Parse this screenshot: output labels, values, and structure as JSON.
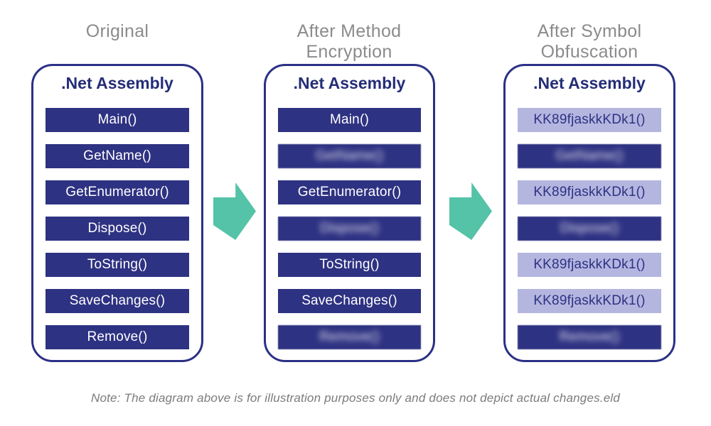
{
  "headers": {
    "col1": "Original",
    "col2": "After Method Encryption",
    "col3": "After Symbol Obfuscation"
  },
  "panels": [
    {
      "title": ".Net Assembly",
      "methods": [
        {
          "label": "Main()",
          "style": "dark",
          "blurred": false
        },
        {
          "label": "GetName()",
          "style": "dark",
          "blurred": false
        },
        {
          "label": "GetEnumerator()",
          "style": "dark",
          "blurred": false
        },
        {
          "label": "Dispose()",
          "style": "dark",
          "blurred": false
        },
        {
          "label": "ToString()",
          "style": "dark",
          "blurred": false
        },
        {
          "label": "SaveChanges()",
          "style": "dark",
          "blurred": false
        },
        {
          "label": "Remove()",
          "style": "dark",
          "blurred": false
        }
      ]
    },
    {
      "title": ".Net Assembly",
      "methods": [
        {
          "label": "Main()",
          "style": "dark",
          "blurred": false
        },
        {
          "label": "GetName()",
          "style": "dark",
          "blurred": true
        },
        {
          "label": "GetEnumerator()",
          "style": "dark",
          "blurred": false
        },
        {
          "label": "Dispose()",
          "style": "dark",
          "blurred": true
        },
        {
          "label": "ToString()",
          "style": "dark",
          "blurred": false
        },
        {
          "label": "SaveChanges()",
          "style": "dark",
          "blurred": false
        },
        {
          "label": "Remove()",
          "style": "dark",
          "blurred": true
        }
      ]
    },
    {
      "title": ".Net Assembly",
      "methods": [
        {
          "label": "KK89fjaskkKDk1()",
          "style": "light",
          "blurred": false
        },
        {
          "label": "GetName()",
          "style": "dark",
          "blurred": true
        },
        {
          "label": "KK89fjaskkKDk1()",
          "style": "light",
          "blurred": false
        },
        {
          "label": "Dispose()",
          "style": "dark",
          "blurred": true
        },
        {
          "label": "KK89fjaskkKDk1()",
          "style": "light",
          "blurred": false
        },
        {
          "label": "KK89fjaskkKDk1()",
          "style": "light",
          "blurred": false
        },
        {
          "label": "Remove()",
          "style": "dark",
          "blurred": true
        }
      ]
    }
  ],
  "icons": {
    "arrow1": "arrow-right-icon",
    "arrow2": "arrow-right-icon"
  },
  "note": "Note: The diagram above is for illustration purposes only and does not depict actual changes.eld",
  "colors": {
    "method_dark_bg": "#2e3282",
    "method_light_bg": "#b4b6e0",
    "panel_border": "#2b3085",
    "panel_title": "#252d78",
    "arrow_teal": "#54c3a7",
    "header_gray": "#8b8b8d",
    "note_gray": "#7b7b7d",
    "background": "#ffffff"
  }
}
